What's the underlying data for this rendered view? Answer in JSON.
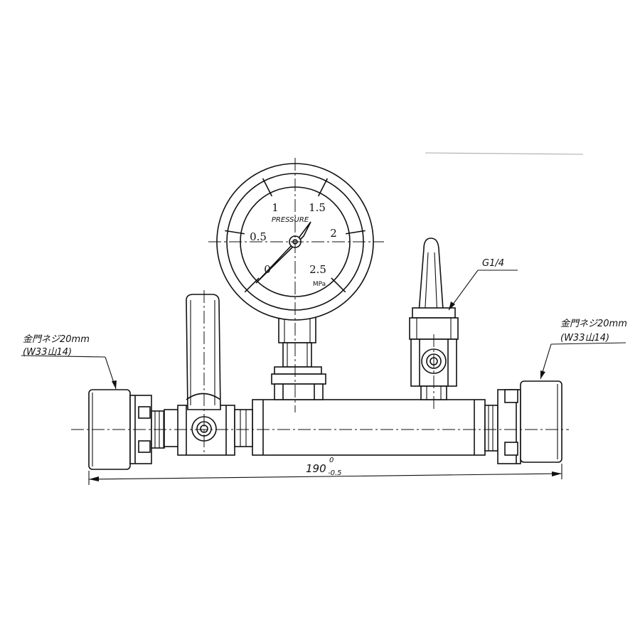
{
  "gauge": {
    "scale_labels": [
      "0",
      "0.5",
      "1",
      "1.5",
      "2",
      "2.5"
    ],
    "brand": "PRESSURE",
    "unit": "MPa"
  },
  "callouts": {
    "left_thread_line1": "金門ネジ20mm",
    "left_thread_line2": "(W33山14)",
    "right_thread_line1": "金門ネジ20mm",
    "right_thread_line2": "(W33山14)",
    "valve_port": "G1/4"
  },
  "dimension": {
    "value": "190",
    "tolerance_upper": "0",
    "tolerance_lower": "-0.5"
  }
}
